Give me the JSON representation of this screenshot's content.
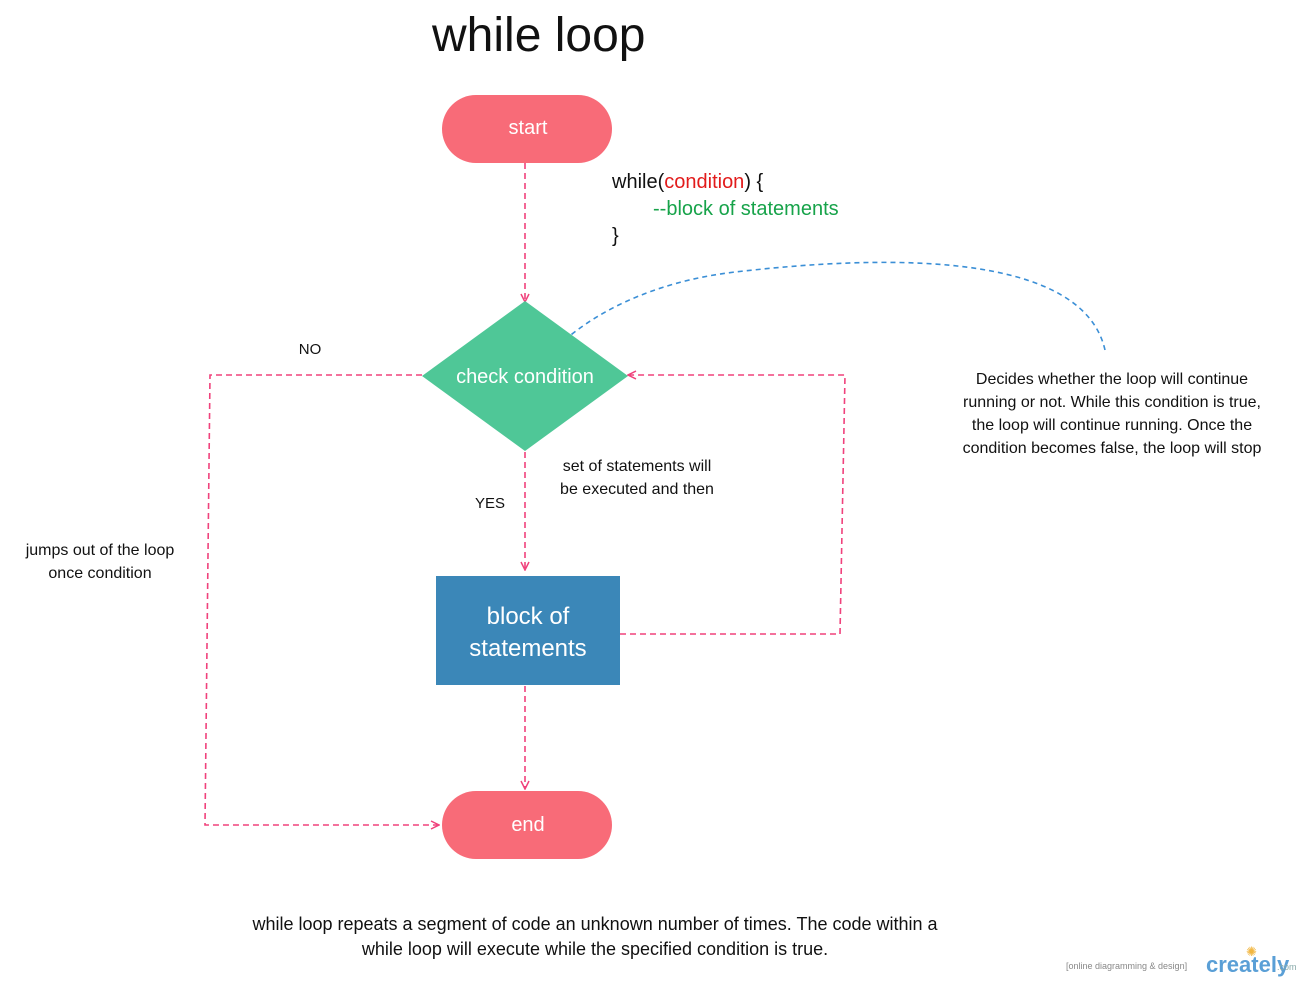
{
  "title": "while loop",
  "code": {
    "line1_prefix": "while(",
    "line1_condition": "condition",
    "line1_suffix": ") {",
    "line2": "--block of statements",
    "line3": "}"
  },
  "nodes": {
    "start": "start",
    "check": "check condition",
    "block_line1": "block of",
    "block_line2": "statements",
    "end": "end"
  },
  "labels": {
    "no": "NO",
    "yes": "YES",
    "yes_note_line1": "set of statements will",
    "yes_note_line2": "be executed and then",
    "no_note_line1": "jumps out of the loop",
    "no_note_line2": "once condition",
    "cond_note_line1": "Decides whether the loop will continue",
    "cond_note_line2": "running or not. While this condition is true,",
    "cond_note_line3": "the loop will continue running. Once the",
    "cond_note_line4": "condition becomes false, the loop will stop"
  },
  "bottom_text_line1": "while loop repeats a segment of code an unknown number of times. The code within a",
  "bottom_text_line2": "while loop will execute while the specified condition is true.",
  "watermark": {
    "sub": "[online diagramming & design]",
    "logo": "creately",
    "com": ".com"
  },
  "colors": {
    "terminal": "#f86b78",
    "decision": "#4fc797",
    "process": "#3b87b8",
    "connector": "#f0427c",
    "annotation": "#3b8fd6",
    "code_condition": "#e21b1b",
    "code_comment": "#17a34a"
  }
}
